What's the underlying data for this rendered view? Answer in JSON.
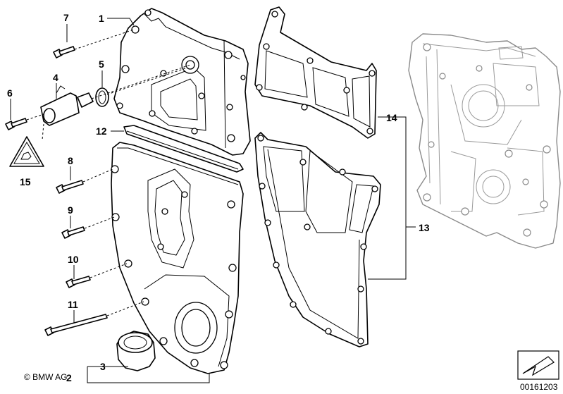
{
  "diagram": {
    "callouts": {
      "c1": "1",
      "c2": "2",
      "c3": "3",
      "c4": "4",
      "c5": "5",
      "c6": "6",
      "c7": "7",
      "c8": "8",
      "c9": "9",
      "c10": "10",
      "c11": "11",
      "c12": "12",
      "c13": "13",
      "c14": "14",
      "c15": "15"
    },
    "copyright": "© BMW AG",
    "catalog_number": "00161203"
  }
}
